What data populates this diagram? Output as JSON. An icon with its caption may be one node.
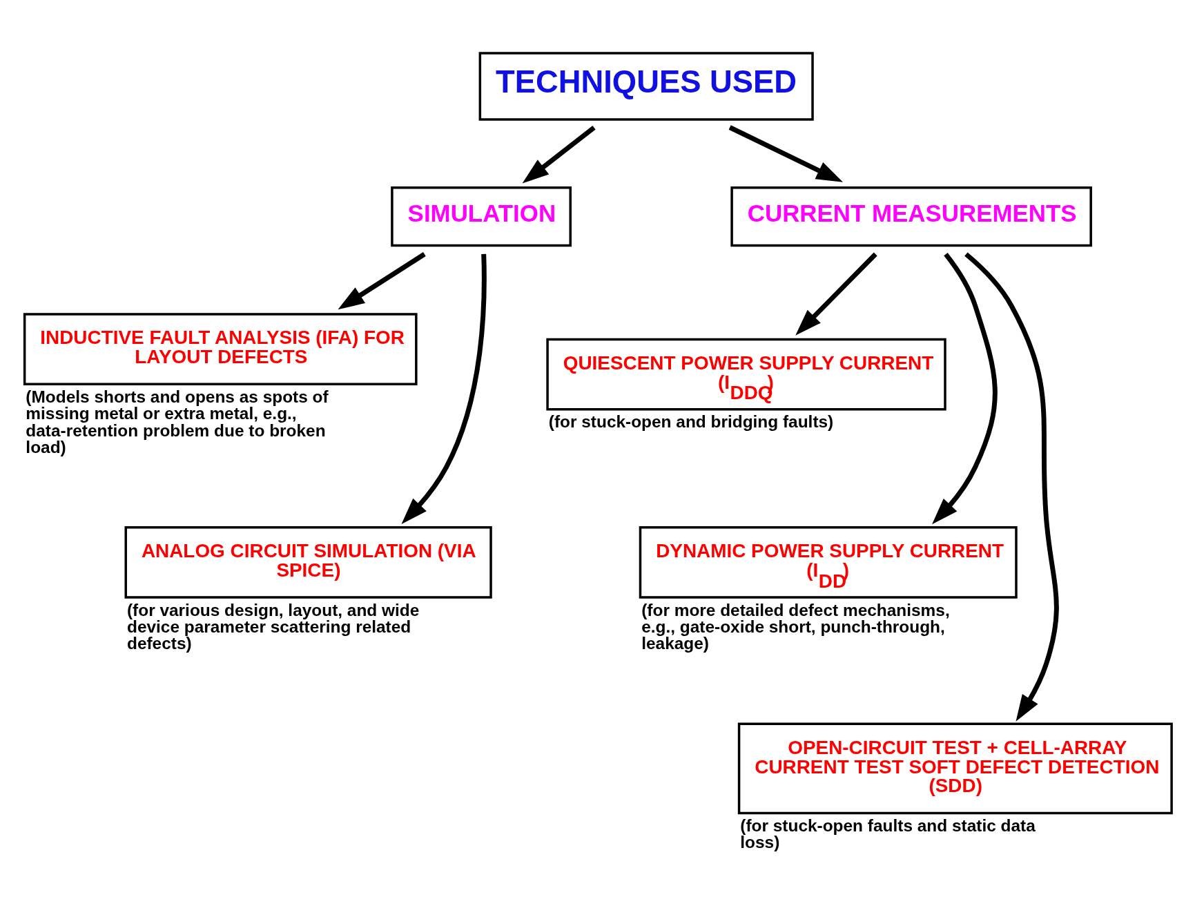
{
  "diagram": {
    "nodes": [
      {
        "text": [
          "TECHNIQUES USED"
        ]
      },
      {
        "text": [
          "SIMULATION"
        ]
      },
      {
        "text": [
          "CURRENT MEASUREMENTS"
        ]
      },
      {
        "text": [
          "INDUCTIVE FAULT ANALYSIS (IFA) FOR LAYOUT DEFECTS"
        ],
        "beside": [
          "(Models shorts and opens as spots of missing metal or extra metal, e.g., data-retention problem due to broken load)"
        ]
      },
      {
        "text": [
          "ANALOG CIRCUIT SIMULATION (VIA SPICE)"
        ],
        "beside": [
          "(for various design, layout, and wide device parameter scattering related defects)"
        ]
      },
      {
        "text": [
          "QUIESCENT POWER SUPPLY CURRENT (I$_{DDQ}$)"
        ],
        "beside": [
          "(for stuck-open and bridging faults)"
        ]
      },
      {
        "text": [
          "DYNAMIC POWER SUPPLY CURRENT (I$_{DD}$)"
        ],
        "beside": [
          "(for more detailed defect mechanisms, e.g., gate-oxide short, punch-through, leakage)"
        ]
      },
      {
        "text": [
          "OPEN-CIRCUIT TEST + CELL-ARRAY CURRENT TEST SOFT DEFECT DETECTION (SDD)"
        ],
        "beside": [
          "(for stuck-open faults and static data loss)"
        ]
      }
    ],
    "edges": [
      {
        "from": 0,
        "to": 1,
        "arrow": "to"
      },
      {
        "from": 0,
        "to": 2,
        "arrow": "to"
      },
      {
        "from": 1,
        "to": 3,
        "arrow": "to"
      },
      {
        "from": 1,
        "to": 4,
        "arrow": "to"
      },
      {
        "from": 2,
        "to": 5,
        "arrow": "to"
      },
      {
        "from": 2,
        "to": 6,
        "arrow": "to"
      },
      {
        "from": 2,
        "to": 7,
        "arrow": "to"
      }
    ]
  }
}
